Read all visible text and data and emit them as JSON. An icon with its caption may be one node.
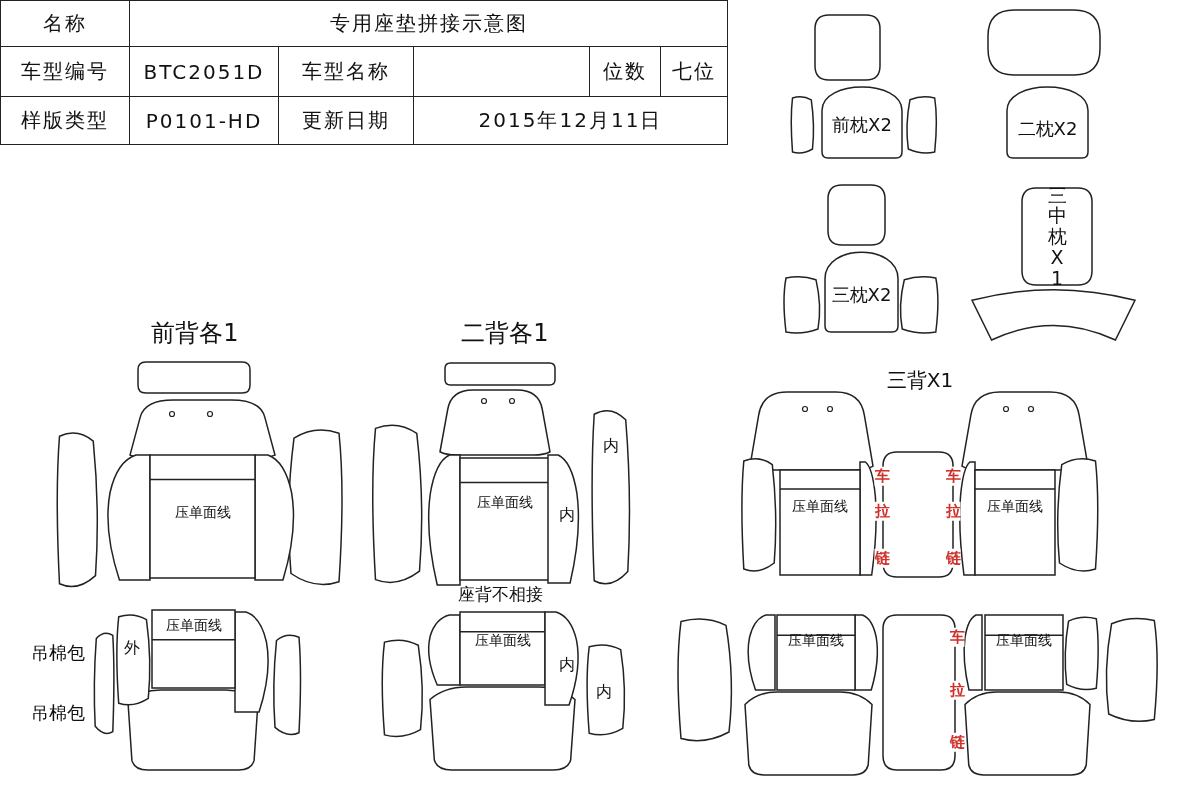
{
  "diagram": {
    "nodes": [
      {
        "text": [
          "前枕X2"
        ]
      },
      {
        "text": [
          "二枕X2"
        ]
      },
      {
        "text": [
          "三枕X2"
        ]
      },
      {
        "text": [
          "三中枕X1"
        ]
      },
      {
        "text": [
          "压单面线"
        ]
      },
      {
        "text": [
          "外"
        ]
      },
      {
        "text": [
          "压单面线"
        ]
      },
      {
        "text": [
          "压单面线"
        ]
      },
      {
        "text": [
          "内"
        ]
      },
      {
        "text": [
          "内"
        ]
      },
      {
        "text": [
          "压单面线"
        ]
      },
      {
        "text": [
          "内"
        ]
      },
      {
        "text": [
          "内"
        ]
      },
      {
        "text": [
          "压单面线"
        ]
      },
      {
        "text": [
          "压单面线"
        ]
      },
      {
        "text": [
          "压单面线"
        ]
      },
      {
        "text": [
          "压单面线"
        ]
      },
      {
        "text": [],
        "shape": "box"
      },
      {
        "text": [],
        "shape": "box"
      },
      {
        "text": [],
        "shape": "box"
      },
      {
        "text": [],
        "shape": "box"
      },
      {
        "text": [],
        "shape": "box"
      },
      {
        "text": [],
        "shape": "box"
      },
      {
        "text": [],
        "shape": "box"
      },
      {
        "text": [],
        "shape": "box"
      },
      {
        "text": [],
        "shape": "box"
      },
      {
        "text": [],
        "shape": "box"
      },
      {
        "text": [],
        "shape": "box"
      },
      {
        "text": [],
        "shape": "box"
      },
      {
        "text": [],
        "shape": "box"
      },
      {
        "text": [],
        "shape": "box"
      },
      {
        "text": [],
        "shape": "box"
      },
      {
        "text": [],
        "shape": "box"
      },
      {
        "text": [],
        "shape": "box"
      },
      {
        "text": [],
        "shape": "box"
      },
      {
        "text": [],
        "shape": "box"
      },
      {
        "text": [],
        "shape": "box"
      },
      {
        "text": [],
        "shape": "box"
      },
      {
        "text": [],
        "shape": "box"
      },
      {
        "text": [],
        "shape": "box"
      },
      {
        "text": [],
        "shape": "box"
      },
      {
        "text": [],
        "shape": "box"
      },
      {
        "text": [],
        "shape": "box"
      },
      {
        "text": [],
        "shape": "box"
      },
      {
        "text": [],
        "shape": "box"
      },
      {
        "text": [],
        "shape": "box"
      },
      {
        "text": [],
        "shape": "box"
      },
      {
        "text": [],
        "shape": "box"
      },
      {
        "text": [],
        "shape": "box"
      },
      {
        "text": [],
        "shape": "box"
      },
      {
        "text": [],
        "shape": "box"
      },
      {
        "text": [],
        "shape": "box"
      },
      {
        "text": [],
        "shape": "box"
      },
      {
        "text": [],
        "shape": "box"
      },
      {
        "text": [],
        "shape": "box"
      },
      {
        "text": [],
        "shape": "box"
      },
      {
        "text": [],
        "shape": "box"
      },
      {
        "text": [],
        "shape": "box"
      }
    ],
    "edges": [],
    "labels": [
      "名称",
      "专用座垫拼接示意图",
      "车型编号",
      "BTC2051D",
      "车型名称",
      "位数",
      "七位",
      "样版类型",
      "P0101-HD",
      "更新日期",
      "2015年12月11日",
      "前背各1",
      "二背各1",
      "三背X1",
      "吊棉包",
      "吊棉包",
      "座背不相接",
      "车",
      "拉",
      "链",
      "车",
      "拉",
      "链",
      "车",
      "拉",
      "链"
    ]
  }
}
